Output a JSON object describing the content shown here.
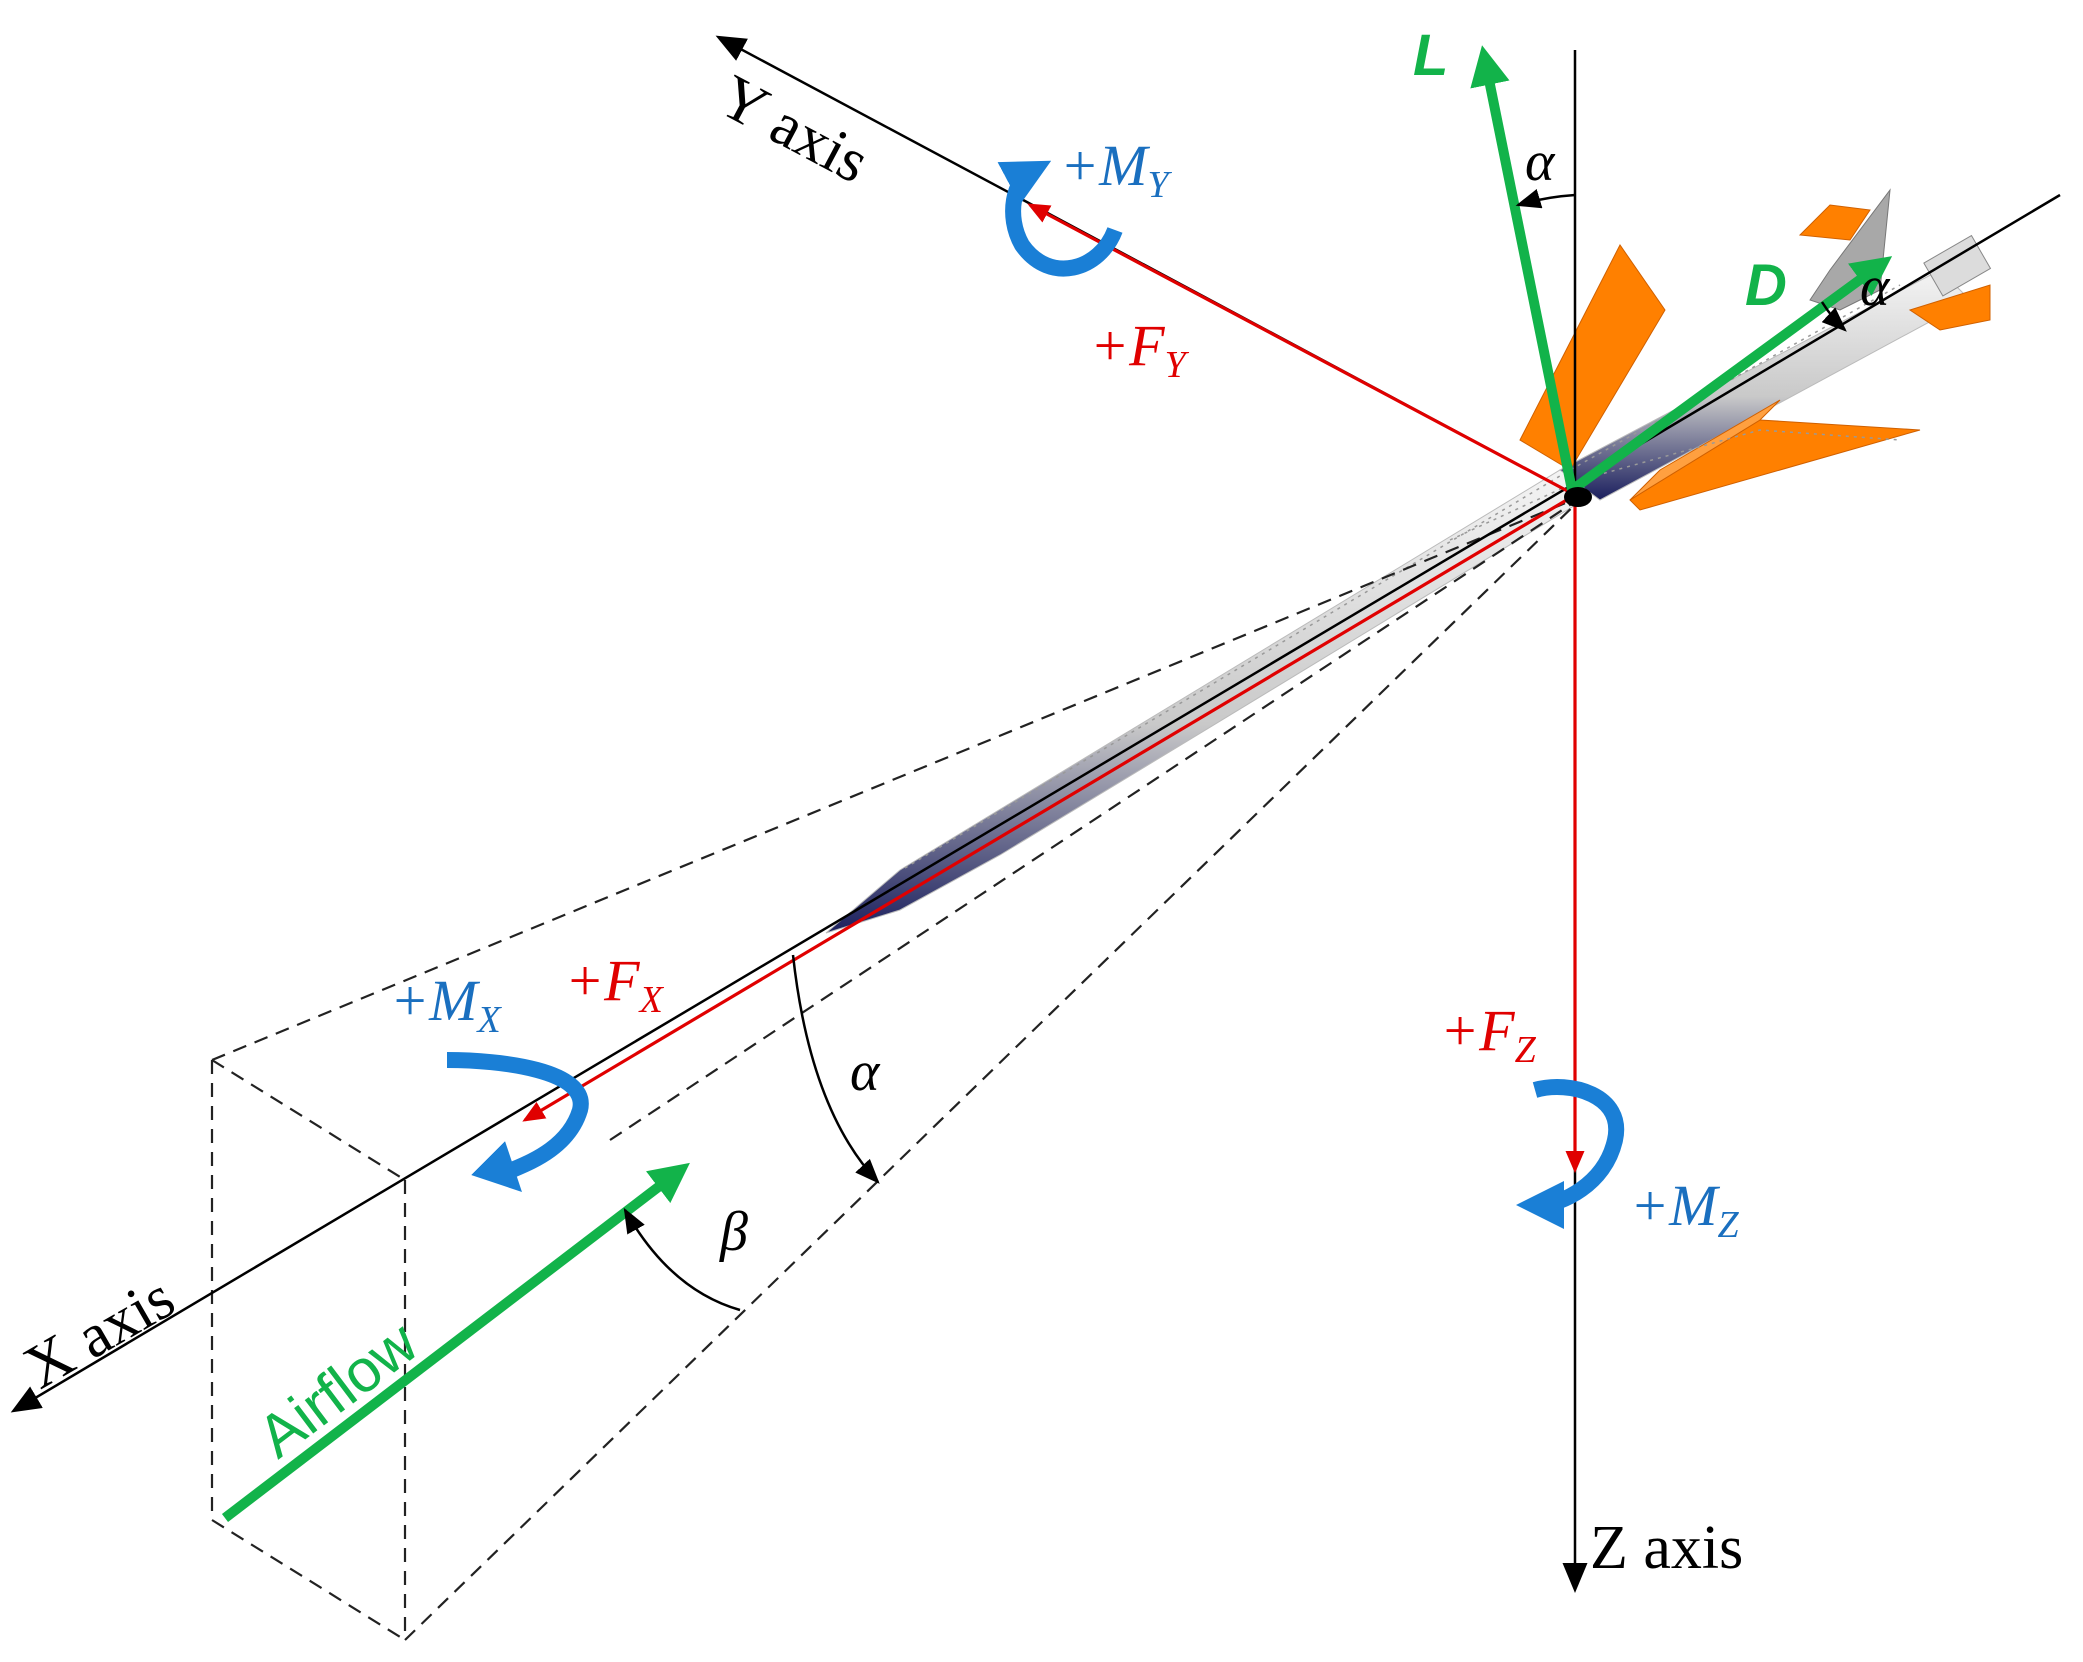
{
  "axes": {
    "x_label": "X axis",
    "y_label": "Y axis",
    "z_label": "Z axis"
  },
  "forces": {
    "fx": {
      "prefix": "+F",
      "sub": "X"
    },
    "fy": {
      "prefix": "+F",
      "sub": "Y"
    },
    "fz": {
      "prefix": "+F",
      "sub": "Z"
    }
  },
  "moments": {
    "mx": {
      "prefix": "+M",
      "sub": "X"
    },
    "my": {
      "prefix": "+M",
      "sub": "Y"
    },
    "mz": {
      "prefix": "+M",
      "sub": "Z"
    }
  },
  "aero": {
    "lift": "L",
    "drag": "D",
    "airflow": "Airflow"
  },
  "angles": {
    "alpha": "α",
    "beta": "β"
  },
  "colors": {
    "force": "#e00000",
    "moment": "#1a7fd6",
    "aero": "#12b34a",
    "wing": "#ff8000"
  }
}
